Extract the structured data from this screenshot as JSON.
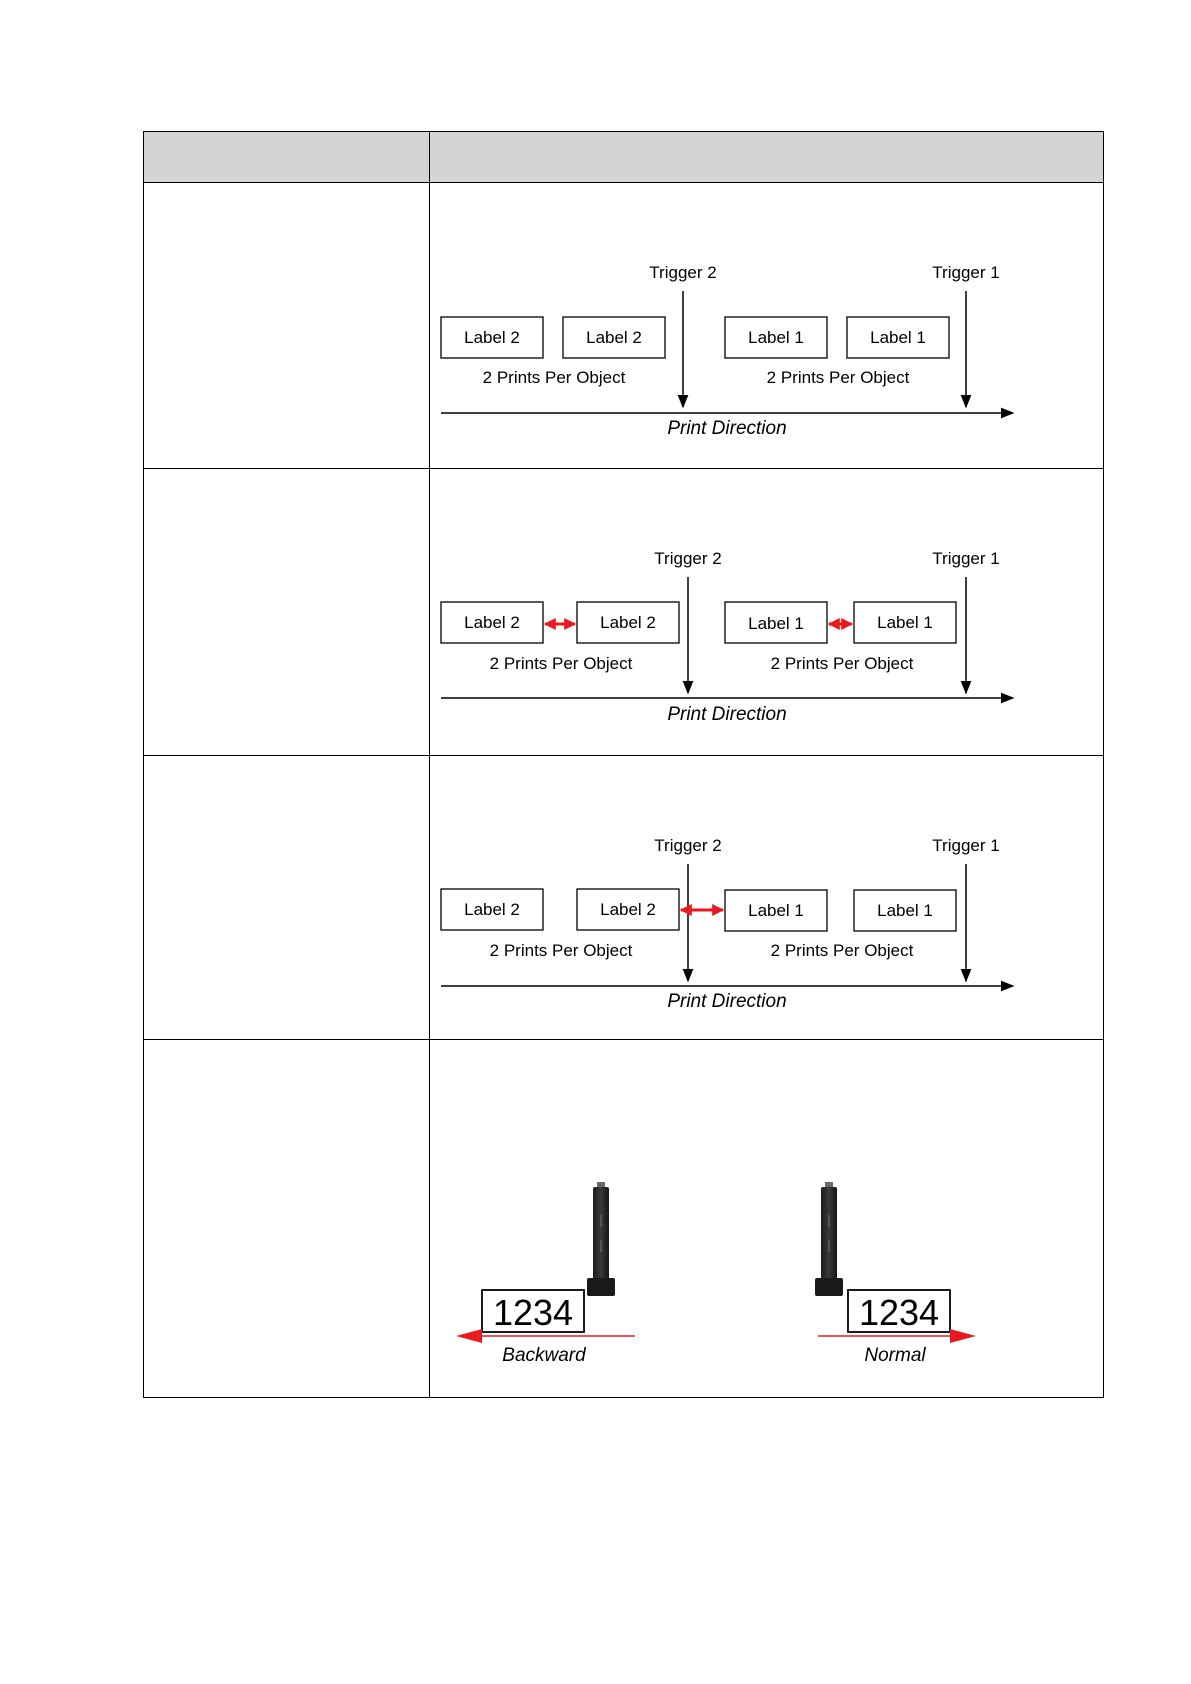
{
  "table": {
    "header": [
      "",
      ""
    ],
    "rows": [
      {
        "description": "",
        "figure": {
          "trigger_left": "Trigger 2",
          "trigger_right": "Trigger 1",
          "labels": [
            "Label 2",
            "Label 2",
            "Label 1",
            "Label 1"
          ],
          "caption_left": "2 Prints Per Object",
          "caption_right": "2 Prints Per Object",
          "direction": "Print Direction",
          "gap_arrows": "none"
        }
      },
      {
        "description": "",
        "figure": {
          "trigger_left": "Trigger 2",
          "trigger_right": "Trigger 1",
          "labels": [
            "Label 2",
            "Label 2",
            "Label 1",
            "Label 1"
          ],
          "caption_left": "2 Prints Per Object",
          "caption_right": "2 Prints Per Object",
          "direction": "Print Direction",
          "gap_arrows": "within-object"
        }
      },
      {
        "description": "",
        "figure": {
          "trigger_left": "Trigger 2",
          "trigger_right": "Trigger 1",
          "labels": [
            "Label 2",
            "Label 2",
            "Label 1",
            "Label 1"
          ],
          "caption_left": "2 Prints Per Object",
          "caption_right": "2 Prints Per Object",
          "direction": "Print Direction",
          "gap_arrows": "between-objects"
        }
      },
      {
        "description": "",
        "figure": {
          "left_sample": "1234",
          "left_caption": "Backward",
          "right_sample": "1234",
          "right_caption": "Normal"
        }
      }
    ]
  },
  "colors": {
    "header_bg": "#d4d4d4",
    "arrow_red": "#e8191f",
    "border": "#000000"
  },
  "icons": [
    "printhead-icon",
    "arrow-left-icon",
    "arrow-right-icon",
    "double-arrow-icon"
  ]
}
